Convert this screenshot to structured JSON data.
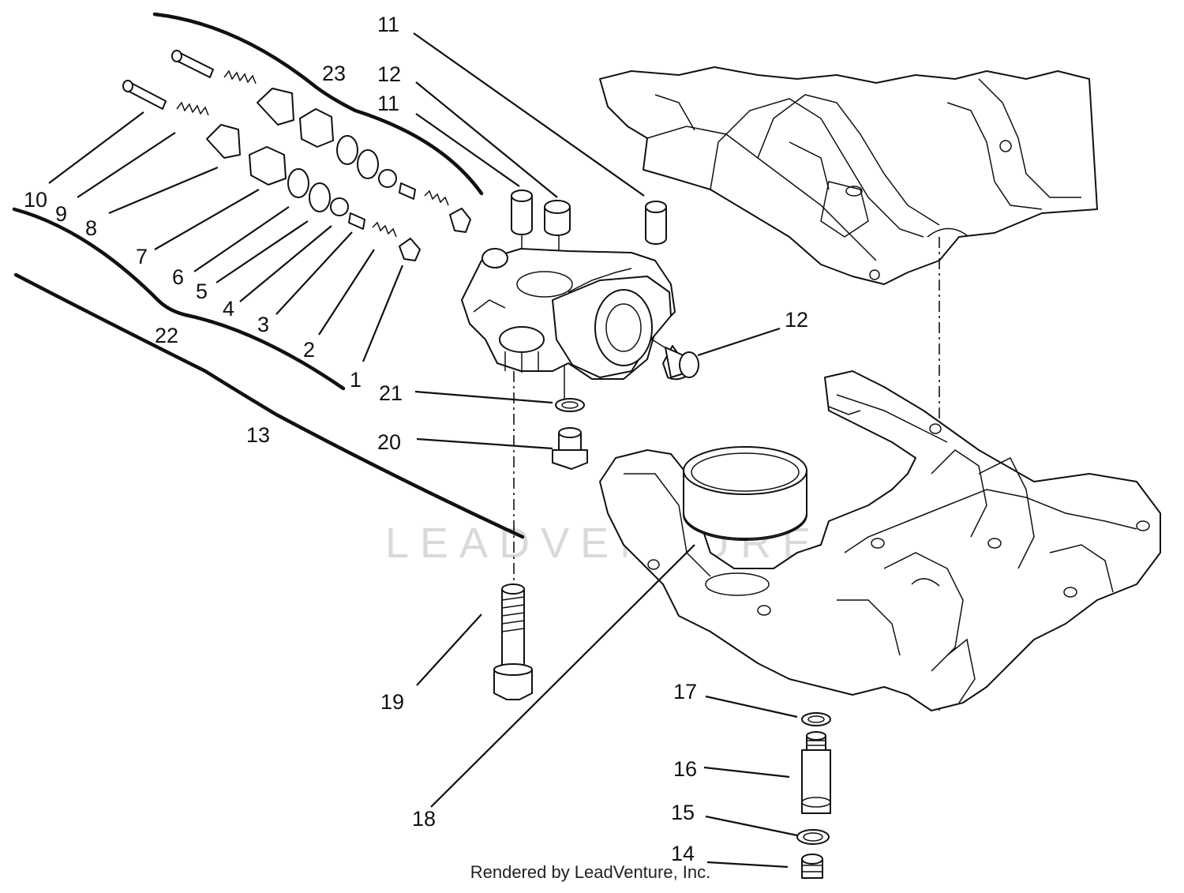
{
  "diagram": {
    "watermark": "LEADVENTURE",
    "footer": "Rendered by LeadVenture, Inc.",
    "callouts": [
      {
        "id": "c1",
        "text": "1"
      },
      {
        "id": "c2",
        "text": "2"
      },
      {
        "id": "c3",
        "text": "3"
      },
      {
        "id": "c4",
        "text": "4"
      },
      {
        "id": "c5",
        "text": "5"
      },
      {
        "id": "c6",
        "text": "6"
      },
      {
        "id": "c7",
        "text": "7"
      },
      {
        "id": "c8",
        "text": "8"
      },
      {
        "id": "c9",
        "text": "9"
      },
      {
        "id": "c10",
        "text": "10"
      },
      {
        "id": "c11a",
        "text": "11"
      },
      {
        "id": "c11b",
        "text": "11"
      },
      {
        "id": "c12a",
        "text": "12"
      },
      {
        "id": "c12b",
        "text": "12"
      },
      {
        "id": "c13",
        "text": "13"
      },
      {
        "id": "c14",
        "text": "14"
      },
      {
        "id": "c15",
        "text": "15"
      },
      {
        "id": "c16",
        "text": "16"
      },
      {
        "id": "c17",
        "text": "17"
      },
      {
        "id": "c18",
        "text": "18"
      },
      {
        "id": "c19",
        "text": "19"
      },
      {
        "id": "c20",
        "text": "20"
      },
      {
        "id": "c21",
        "text": "21"
      },
      {
        "id": "c22",
        "text": "22"
      },
      {
        "id": "c23",
        "text": "23"
      }
    ]
  }
}
